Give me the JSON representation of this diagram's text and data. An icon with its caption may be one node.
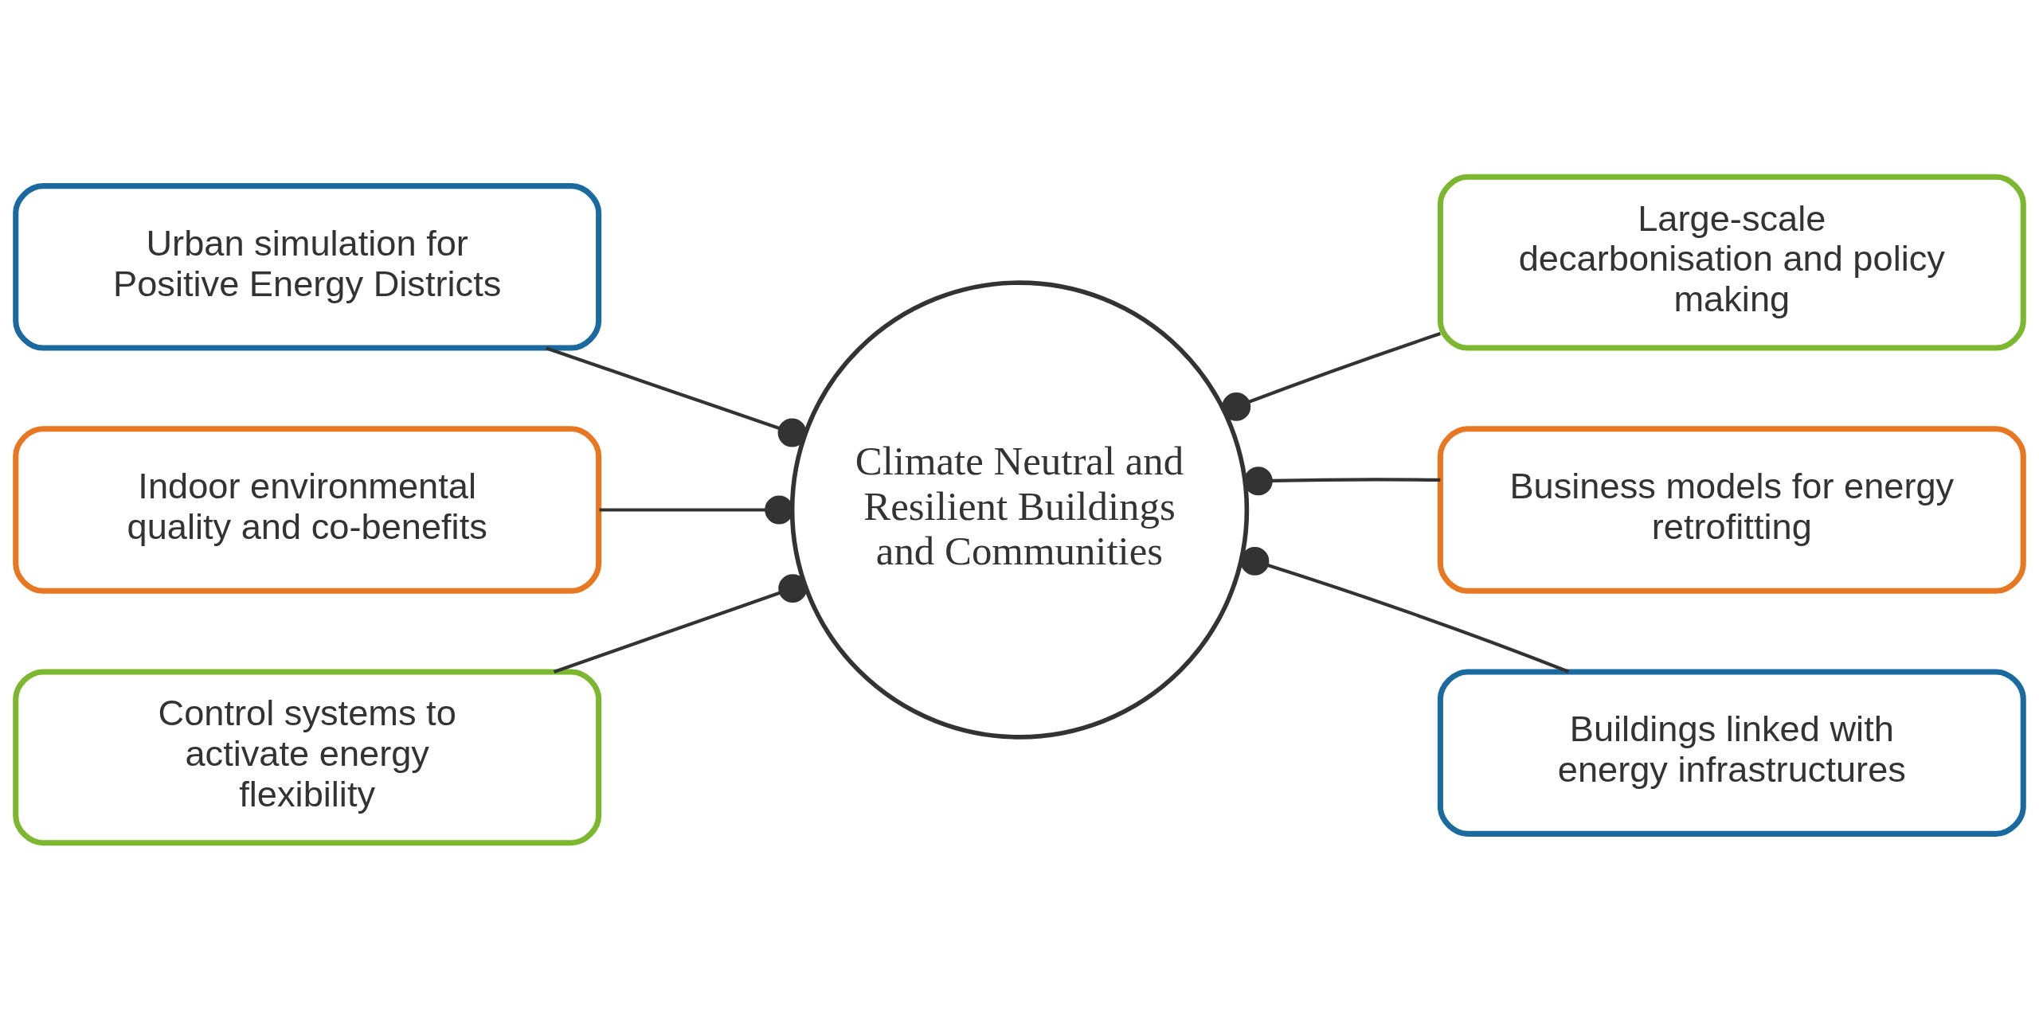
{
  "diagram": {
    "nodes": [
      {
        "text": [
          "Urban simulation for Positive Energy Districts"
        ]
      },
      {
        "text": [
          "Large-scale decarbonisation and policy making"
        ]
      },
      {
        "text": [
          "Climate Neutral and Resilient Buildings and Communities"
        ]
      },
      {
        "text": [
          "Indoor environmental quality and co-benefits"
        ]
      },
      {
        "text": [
          "Business models for energy retrofitting"
        ]
      },
      {
        "text": [
          "Control systems to activate energy flexibility"
        ]
      },
      {
        "text": [
          "Buildings linked with energy infrastructures"
        ]
      }
    ],
    "edges": [
      {
        "from": 0,
        "to": 2,
        "arrow": "other"
      },
      {
        "from": 1,
        "to": 2,
        "arrow": "other"
      },
      {
        "from": 3,
        "to": 2,
        "arrow": "other"
      },
      {
        "from": 4,
        "to": 2,
        "arrow": "other"
      },
      {
        "from": 5,
        "to": 2,
        "arrow": "other"
      },
      {
        "from": 6,
        "to": 2,
        "arrow": "other"
      }
    ]
  }
}
